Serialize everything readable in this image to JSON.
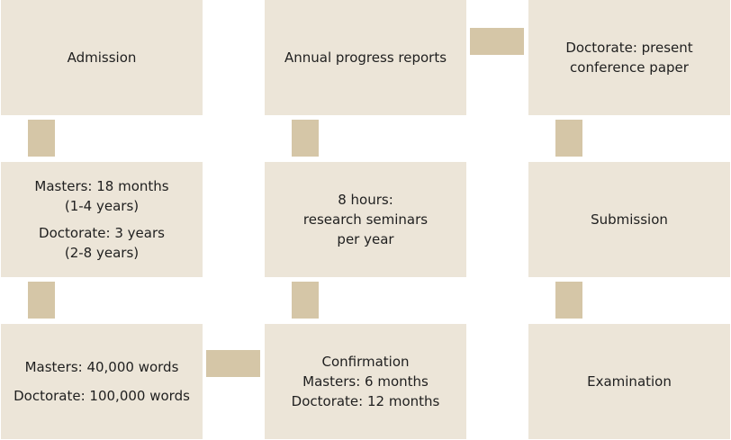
{
  "boxes": {
    "admission": {
      "lines": [
        "Admission"
      ]
    },
    "duration": {
      "lines": [
        "Masters: 18 months",
        "(1-4 years)",
        "Doctorate: 3 years",
        "(2-8 years)"
      ]
    },
    "word_limit": {
      "lines": [
        "Masters: 40,000 words",
        "Doctorate: 100,000 words"
      ]
    },
    "confirmation": {
      "lines": [
        "Confirmation",
        "Masters: 6 months",
        "Doctorate: 12 months"
      ]
    },
    "seminars": {
      "lines": [
        "8 hours:",
        "research seminars",
        "per year"
      ]
    },
    "progress_reports": {
      "lines": [
        "Annual progress reports"
      ]
    },
    "conference": {
      "lines": [
        "Doctorate: present",
        "conference paper"
      ]
    },
    "submission": {
      "lines": [
        "Submission"
      ]
    },
    "examination": {
      "lines": [
        "Examination"
      ]
    }
  },
  "colors": {
    "box_fill": "#ece5d8",
    "connector": "#d5c6a7",
    "text": "#1f1f1f"
  }
}
